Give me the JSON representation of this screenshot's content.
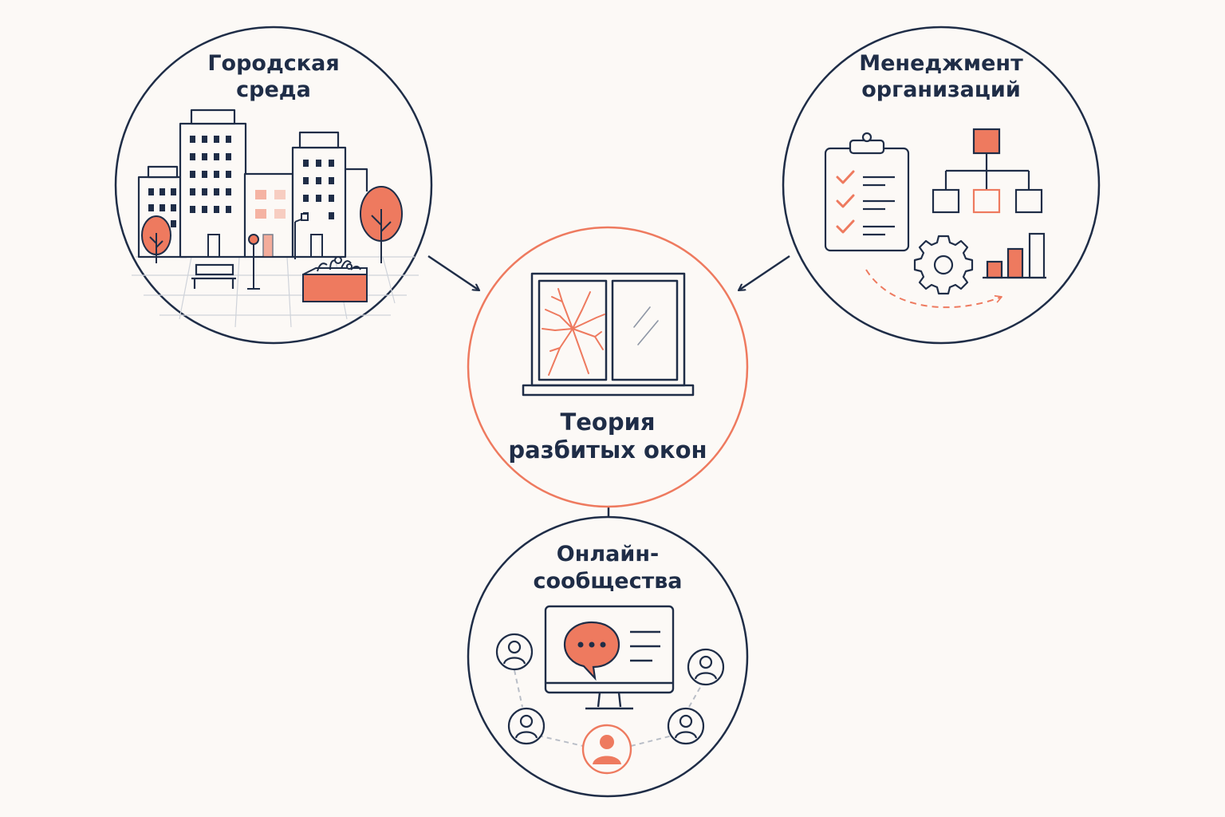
{
  "colors": {
    "background": "#fcf9f6",
    "navy": "#1f2d47",
    "accent": "#ee7a5f",
    "grey": "#b9bec7"
  },
  "center": {
    "title_line1": "Теория",
    "title_line2": "разбитых окон",
    "icon": "broken-window-icon"
  },
  "nodes": {
    "urban": {
      "title_line1": "Городская",
      "title_line2": "среда",
      "icon": "city-icon"
    },
    "management": {
      "title_line1": "Менеджмент",
      "title_line2": "организаций",
      "icon": "organization-icon"
    },
    "online": {
      "title_line1": "Онлайн-",
      "title_line2": "сообщества",
      "icon": "online-community-icon"
    }
  }
}
